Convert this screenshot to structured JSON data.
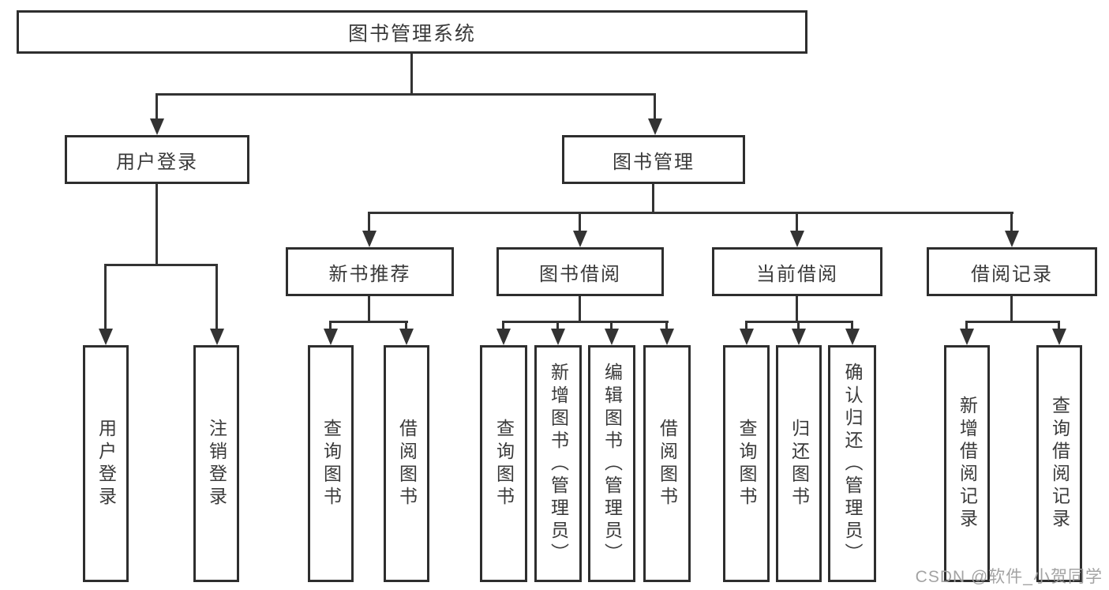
{
  "root": {
    "label": "图书管理系统"
  },
  "user_login": {
    "label": "用户登录",
    "children": [
      {
        "label": "用户登录"
      },
      {
        "label": "注销登录"
      }
    ]
  },
  "book_mgmt": {
    "label": "图书管理",
    "sections": [
      {
        "label": "新书推荐",
        "children": [
          {
            "label": "查询图书"
          },
          {
            "label": "借阅图书"
          }
        ]
      },
      {
        "label": "图书借阅",
        "children": [
          {
            "label": "查询图书"
          },
          {
            "label": "新增图书（管理员）"
          },
          {
            "label": "编辑图书（管理员）"
          },
          {
            "label": "借阅图书"
          }
        ]
      },
      {
        "label": "当前借阅",
        "children": [
          {
            "label": "查询图书"
          },
          {
            "label": "归还图书"
          },
          {
            "label": "确认归还（管理员）"
          }
        ]
      },
      {
        "label": "借阅记录",
        "children": [
          {
            "label": "新增借阅记录"
          },
          {
            "label": "查询借阅记录"
          }
        ]
      }
    ]
  },
  "watermark": "CSDN @软件_小贺同学",
  "colors": {
    "line": "#333333",
    "text": "#3a3a3a",
    "background": "#ffffff",
    "watermark": "#9e9e9e"
  }
}
